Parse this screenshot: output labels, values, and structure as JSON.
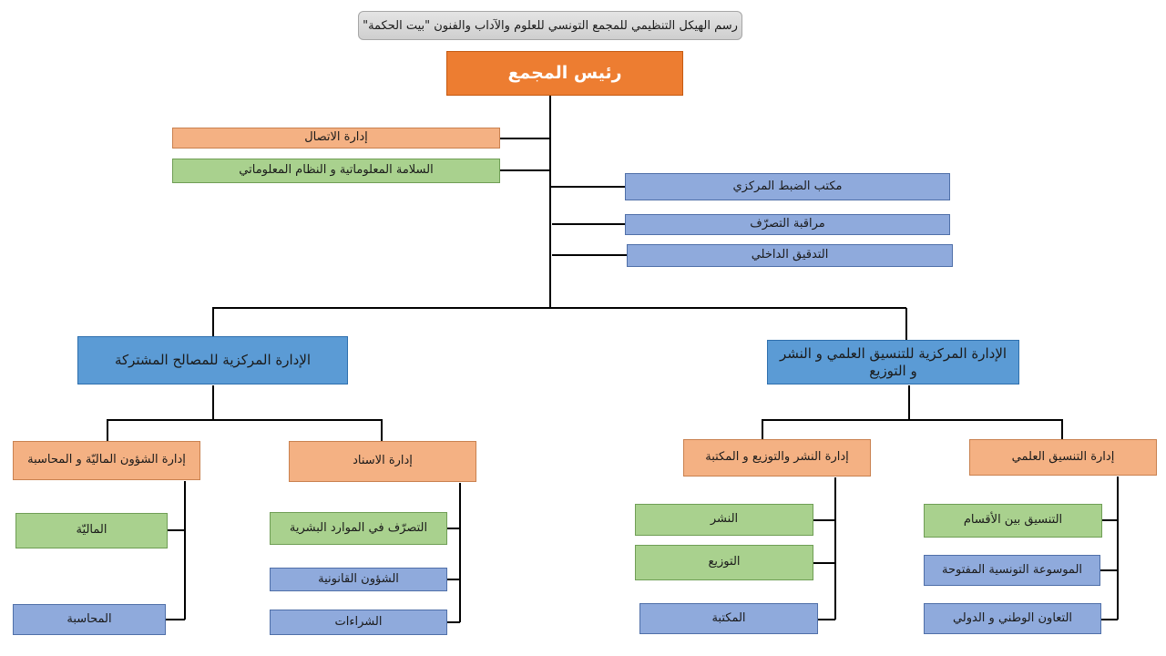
{
  "title": "رسم الهيكل التنظيمي للمجمع التونسي للعلوم والآداب والفنون \"بيت الحكمة\"",
  "head": "رئيس المجمع",
  "staff_left": [
    "إدارة الاتصال",
    "السلامة المعلوماتية و النظام المعلوماتي"
  ],
  "staff_right": [
    "مكتب الضبط المركزي",
    "مراقبة التصرّف",
    "التدقيق الداخلي"
  ],
  "directorates": {
    "shared": "الإدارة المركزية للمصالح المشتركة",
    "scientific": "الإدارة المركزية للتنسيق العلمي و النشر و التوزيع"
  },
  "departments": {
    "finance": {
      "label": "إدارة الشؤون الماليّة و المحاسبة",
      "units": [
        "الماليّة",
        "المحاسبة"
      ]
    },
    "support": {
      "label": "إدارة الاسناد",
      "units": [
        "التصرّف في الموارد البشرية",
        "الشؤون القانونية",
        "الشراءات"
      ]
    },
    "publishing": {
      "label": "إدارة النشر والتوزيع و المكتبة",
      "units": [
        "النشر",
        "التوزيع",
        "المكتبة"
      ]
    },
    "coordination": {
      "label": "إدارة التنسيق العلمي",
      "units": [
        "التنسيق بين الأقسام",
        "الموسوعة التونسية المفتوحة",
        "التعاون الوطني و الدولي"
      ]
    }
  },
  "colors": {
    "head": "#ed7d31",
    "department": "#f4b183",
    "unit_green": "#a9d18e",
    "unit_lavender": "#8faadc",
    "directorate": "#5b9bd5",
    "connector": "#000000"
  }
}
